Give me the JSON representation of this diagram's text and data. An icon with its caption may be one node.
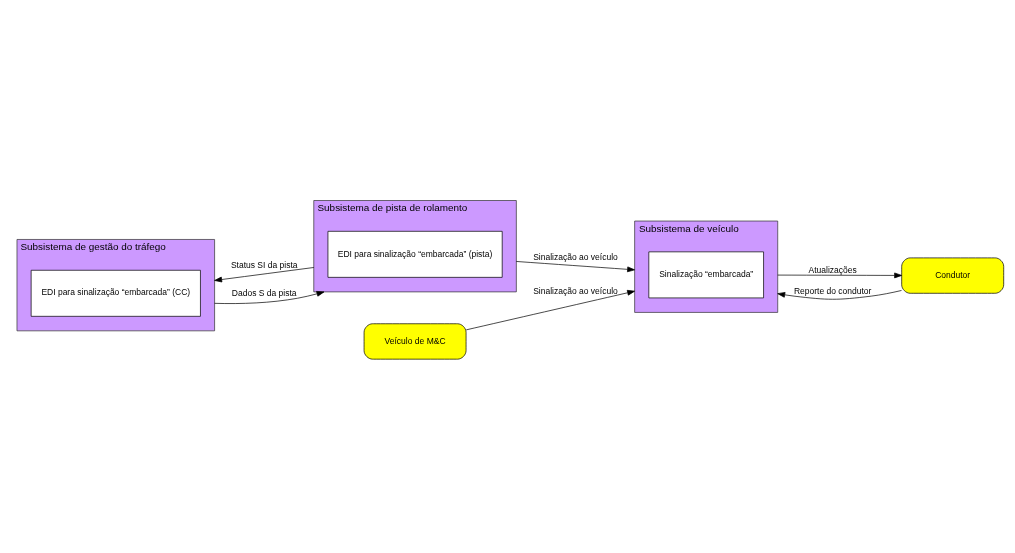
{
  "diagram": {
    "nodes": [
      {
        "text": [
          "Subsistema de gestão do tráfego"
        ]
      },
      {
        "text": [
          "EDI para sinalização “embarcada” (CC)"
        ],
        "in": 0
      },
      {
        "text": [
          "Subsistema de pista de rolamento"
        ]
      },
      {
        "text": [
          "EDI para sinalização “embarcada” (pista)"
        ],
        "in": 2
      },
      {
        "text": [
          "Veículo de M&C"
        ]
      },
      {
        "text": [
          "Subsistema de veículo"
        ]
      },
      {
        "text": [
          "Sinalização “embarcada”"
        ],
        "in": 5
      },
      {
        "text": [
          "Condutor"
        ]
      }
    ],
    "edges": [
      {
        "from": 2,
        "to": 0,
        "arrow": "to",
        "label": "Status SI da pista"
      },
      {
        "from": 0,
        "to": 2,
        "arrow": "to",
        "label": "Dados S da pista"
      },
      {
        "from": 2,
        "to": 5,
        "arrow": "to",
        "label": "Sinalização ao veículo"
      },
      {
        "from": 4,
        "to": 5,
        "arrow": "to",
        "label": "Sinalização ao veículo"
      },
      {
        "from": 5,
        "to": 7,
        "arrow": "to",
        "label": "Atualizações"
      },
      {
        "from": 7,
        "to": 5,
        "arrow": "to",
        "label": "Reporte do condutor"
      }
    ]
  }
}
